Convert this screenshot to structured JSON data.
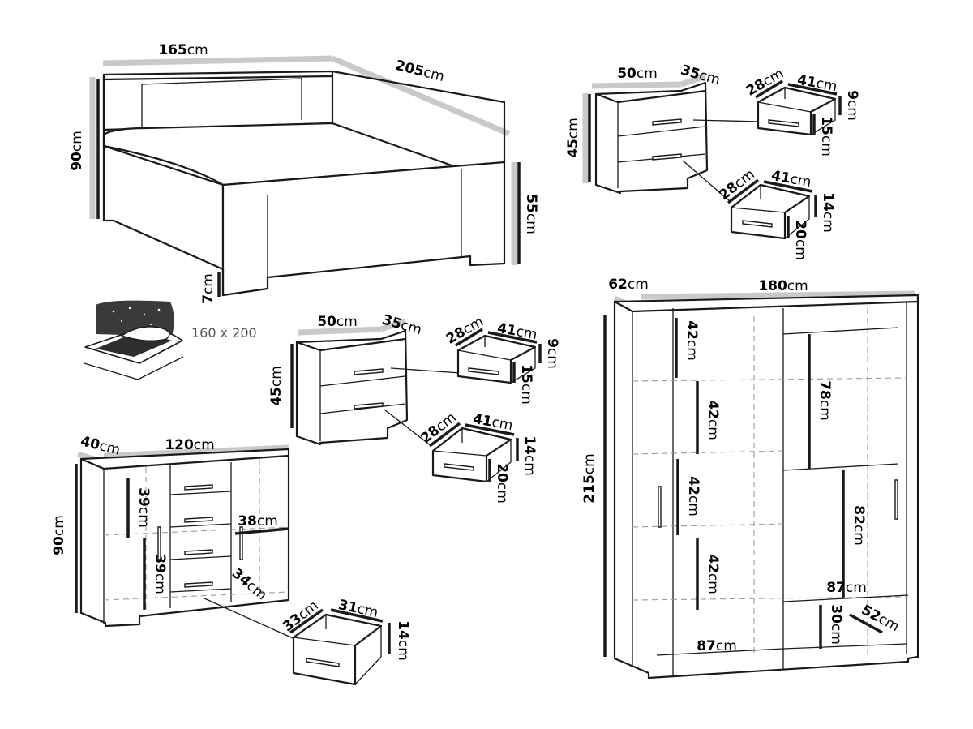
{
  "unit": "cm",
  "bed": {
    "width": "165",
    "length": "205",
    "headboard_height": "90",
    "footboard_height": "55",
    "leg_height": "7",
    "mattress_size": "160 x 200"
  },
  "nightstand_top": {
    "width": "50",
    "depth": "35",
    "height": "45",
    "drawer_small": {
      "depth": "28",
      "width": "41",
      "height": "9",
      "front": "15"
    },
    "drawer_large": {
      "depth": "28",
      "width": "41",
      "height": "14",
      "front": "20"
    }
  },
  "nightstand_middle": {
    "width": "50",
    "depth": "35",
    "height": "45",
    "drawer_small": {
      "depth": "28",
      "width": "41",
      "height": "9",
      "front": "15"
    },
    "drawer_large": {
      "depth": "28",
      "width": "41",
      "height": "14",
      "front": "20"
    }
  },
  "chest": {
    "depth": "40",
    "width": "120",
    "height": "90",
    "compartment_upper": "39",
    "compartment_lower": "39",
    "side_compartment": "38",
    "inner_depth": "34",
    "drawer": {
      "depth": "33",
      "width": "31",
      "height": "14"
    }
  },
  "wardrobe": {
    "depth": "62",
    "width": "180",
    "height": "215",
    "left_shelves": [
      "42",
      "42",
      "42",
      "42"
    ],
    "right_upper": "78",
    "right_lower": "82",
    "right_inner_width": "87",
    "right_drawer_height": "30",
    "right_drawer_depth": "52",
    "left_inner_width": "87"
  }
}
